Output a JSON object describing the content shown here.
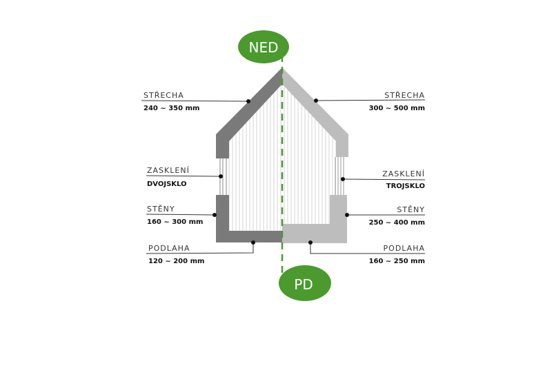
{
  "badges": {
    "top": "NED",
    "bottom": "PD"
  },
  "colors": {
    "green": "#4a9a2e",
    "dark_gray": "#7a7a7a",
    "light_gray": "#bdbdbd"
  },
  "left": {
    "roof": {
      "label": "STŘECHA",
      "value": "240 ~ 350 mm"
    },
    "glazing": {
      "label": "ZASKLENÍ",
      "value": "DVOJSKLO"
    },
    "walls": {
      "label": "STĚNY",
      "value": "160 ~ 300 mm"
    },
    "floor": {
      "label": "PODLAHA",
      "value": "120 ~ 200 mm"
    }
  },
  "right": {
    "roof": {
      "label": "STŘECHA",
      "value": "300 ~ 500 mm"
    },
    "glazing": {
      "label": "ZASKLENÍ",
      "value": "TROJSKLO"
    },
    "walls": {
      "label": "STĚNY",
      "value": "250 ~ 400 mm"
    },
    "floor": {
      "label": "PODLAHA",
      "value": "160 ~ 250 mm"
    }
  }
}
